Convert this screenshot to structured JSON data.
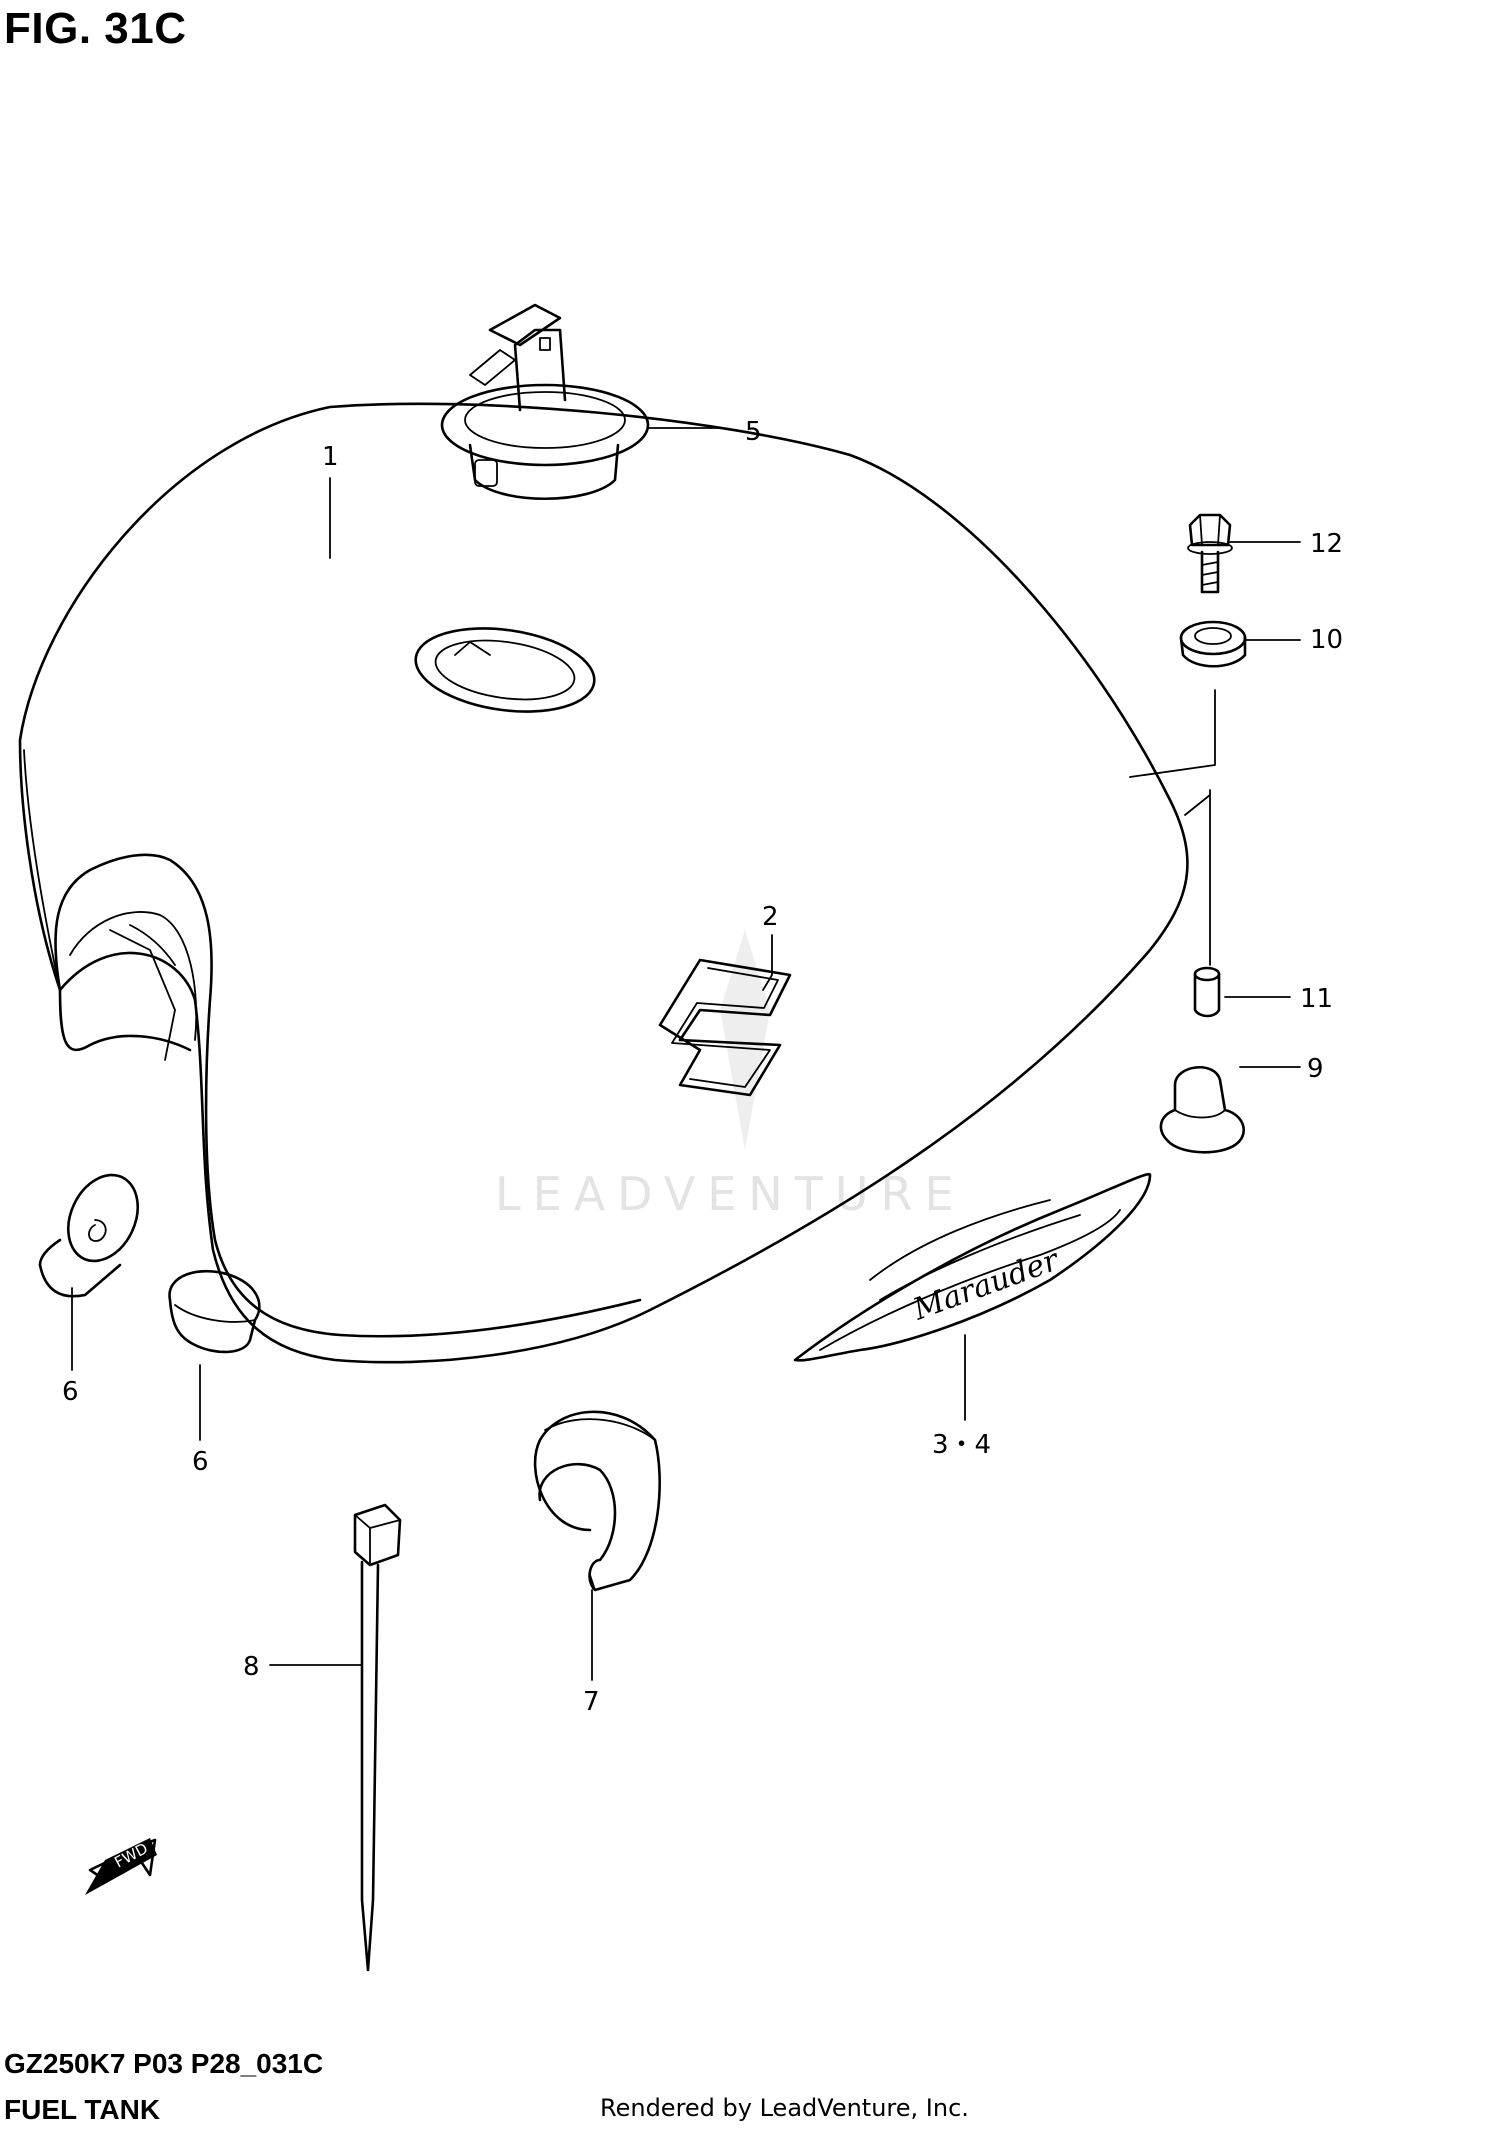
{
  "figure": {
    "title": "FIG. 31C",
    "code": "GZ250K7 P03 P28_031C",
    "name": "FUEL TANK",
    "credit": "Rendered by LeadVenture, Inc.",
    "watermark": "LEADVENTURE"
  },
  "callouts": {
    "c1": "1",
    "c2": "2",
    "c34": "3・4",
    "c5": "5",
    "c6a": "6",
    "c6b": "6",
    "c7": "7",
    "c8": "8",
    "c9": "9",
    "c10": "10",
    "c11": "11",
    "c12": "12"
  },
  "emblem_text": "Marauder",
  "fwd_label": "FWD"
}
